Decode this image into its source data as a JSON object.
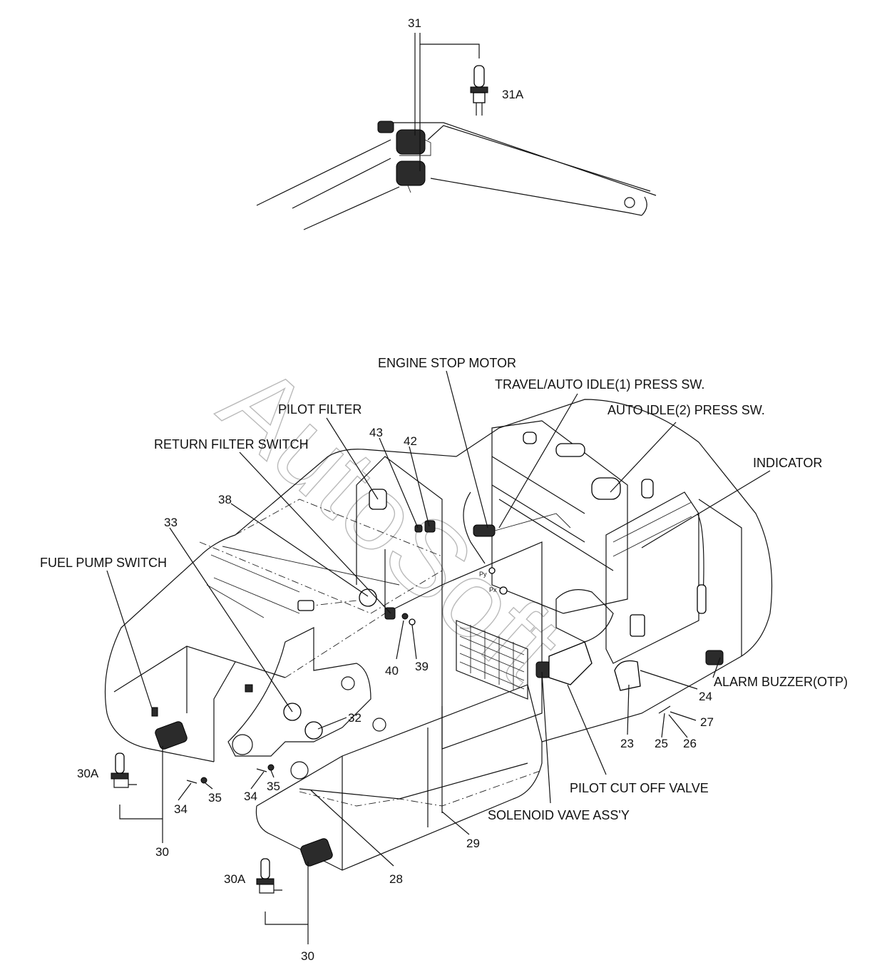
{
  "watermark": "AutoSoft",
  "labels": {
    "engine_stop_motor": "ENGINE STOP MOTOR",
    "travel_auto_idle_press_sw": "TRAVEL/AUTO IDLE(1) PRESS SW.",
    "auto_idle2_press_sw": "AUTO IDLE(2) PRESS SW.",
    "indicator": "INDICATOR",
    "pilot_filter": "PILOT FILTER",
    "return_filter_switch": "RETURN FILTER SWITCH",
    "fuel_pump_switch": "FUEL PUMP SWITCH",
    "alarm_buzzer": "ALARM BUZZER(OTP)",
    "pilot_cut_off_valve": "PILOT CUT OFF VALVE",
    "solenoid_valve_assy": "SOLENOID VAVE ASS'Y"
  },
  "part_numbers": {
    "p31": "31",
    "p31a": "31A",
    "p43": "43",
    "p42": "42",
    "p38": "38",
    "p33": "33",
    "p40": "40",
    "p39": "39",
    "p32": "32",
    "p24": "24",
    "p27": "27",
    "p23": "23",
    "p25": "25",
    "p26": "26",
    "p30a_left": "30A",
    "p34_left": "34",
    "p35_left": "35",
    "p34_mid": "34",
    "p35_mid": "35",
    "p30_left": "30",
    "p29": "29",
    "p28": "28",
    "p30a_bottom": "30A",
    "p30_bottom": "30"
  },
  "port_marks": {
    "py": "Py",
    "px": "Px"
  }
}
